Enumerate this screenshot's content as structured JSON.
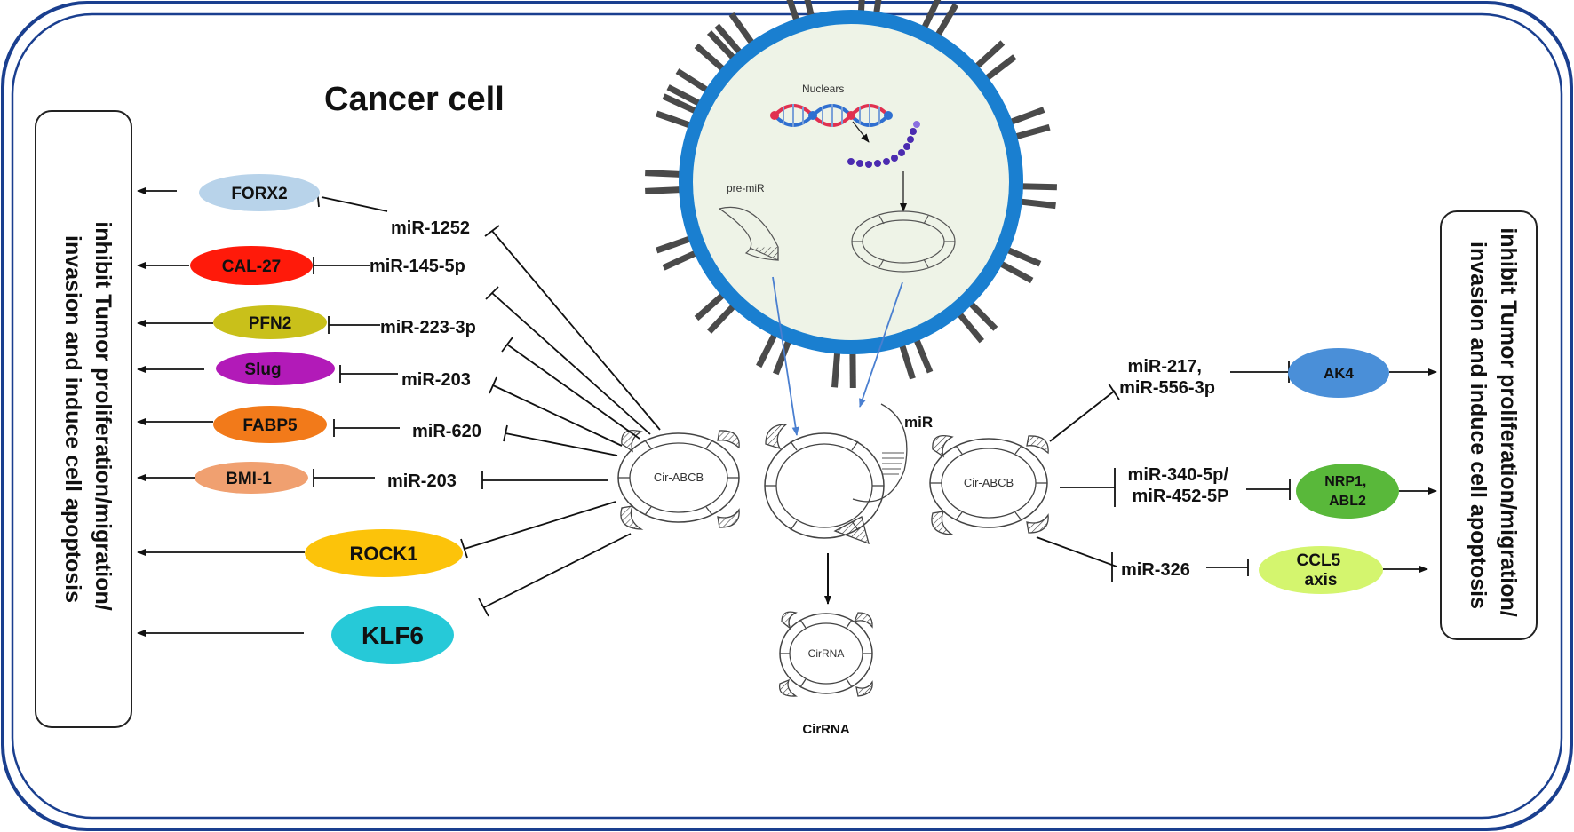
{
  "title": "Cancer cell",
  "left_box_text": [
    "inhibit  Tumor proliferation/migration/",
    "invasion and induce cell apoptosis"
  ],
  "right_box_text": [
    "inhibit Tumor proliferation/migration/",
    "invasion and induce cell apoptosis"
  ],
  "nucleus": {
    "nuclears_label": "Nuclears",
    "pre_mir_label": "pre-miR"
  },
  "center": {
    "mir_label": "miR",
    "cirrna_inner_label": "CirRNA",
    "cirrna_label": "CirRNA"
  },
  "cir_abcb_left_label": "Cir-ABCB",
  "cir_abcb_right_label": "Cir-ABCB",
  "left_targets": [
    {
      "label": "FORX2",
      "color": "#b8d3ea"
    },
    {
      "label": "CAL-27",
      "color": "#ff1a0a"
    },
    {
      "label": "PFN2",
      "color": "#c9c01a"
    },
    {
      "label": "Slug",
      "color": "#b21ab8"
    },
    {
      "label": "FABP5",
      "color": "#f27a1a"
    },
    {
      "label": "BMI-1",
      "color": "#f0a070"
    },
    {
      "label": "ROCK1",
      "color": "#fcc30a"
    },
    {
      "label": "KLF6",
      "color": "#26c9d8"
    }
  ],
  "left_mirnas": [
    "miR-1252",
    "miR-145-5p",
    "miR-223-3p",
    "miR-203",
    "miR-620",
    "miR-203"
  ],
  "right_rows": [
    {
      "mirna": [
        "miR-217,",
        "miR-556-3p"
      ],
      "target": [
        "AK4"
      ],
      "color": "#4a8fd8"
    },
    {
      "mirna": [
        "miR-340-5p/",
        "miR-452-5P"
      ],
      "target": [
        "NRP1,",
        "ABL2"
      ],
      "color": "#59b83a"
    },
    {
      "mirna": [
        "miR-326"
      ],
      "target": [
        "CCL5",
        "axis"
      ],
      "color": "#d4f56e"
    }
  ],
  "colors": {
    "border": "#1a3f8f",
    "nucleus_ring": "#1a7fd0",
    "nucleus_fill": "#eef3e7",
    "spike": "#4a4a4a",
    "arrow_blue": "#4a7fd0"
  }
}
